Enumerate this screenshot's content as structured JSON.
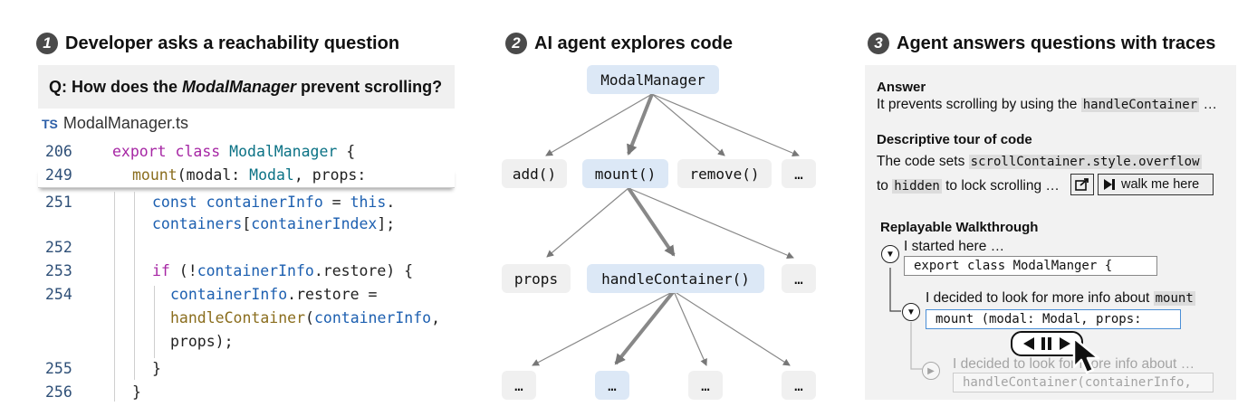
{
  "panel1": {
    "step": "1",
    "title": "Developer asks a reachability question",
    "question_prefix": "Q: How does the ",
    "question_em": "ModalManager",
    "question_suffix": " prevent scrolling?",
    "file_icon": "TS",
    "file_name": "ModalManager.ts",
    "lines": [
      {
        "num": "206"
      },
      {
        "num": "249"
      },
      {
        "num": "251"
      },
      {
        "num": "252"
      },
      {
        "num": "253"
      },
      {
        "num": "254"
      },
      {
        "num": "255"
      },
      {
        "num": "256"
      }
    ],
    "code": {
      "l206_kw": "export class ",
      "l206_cls": "ModalManager",
      "l206_rest": " {",
      "l249_fn": "mount",
      "l249_a": "(modal: ",
      "l249_cls": "Modal",
      "l249_b": ", props:",
      "l251_kw": "const ",
      "l251_var": "containerInfo",
      "l251_a": " = ",
      "l251_kw2": "this",
      "l251_b": ".",
      "l251c_var": "containers",
      "l251c_a": "[",
      "l251c_var2": "containerIndex",
      "l251c_b": "];",
      "l253_kw": "if",
      "l253_a": " (!",
      "l253_var": "containerInfo",
      "l253_b": ".restore) {",
      "l254_var": "containerInfo",
      "l254_a": ".restore =",
      "l254b_fn": "handleContainer",
      "l254b_a": "(",
      "l254b_var": "containerInfo",
      "l254b_b": ",",
      "l254c": "props);",
      "l255": "}",
      "l256": "}"
    }
  },
  "panel2": {
    "step": "2",
    "title": "AI agent explores code",
    "nodes": {
      "root": "ModalManager",
      "add": "add()",
      "mount": "mount()",
      "remove": "remove()",
      "more1": "…",
      "props": "props",
      "handle": "handleContainer()",
      "more2": "…",
      "leaf1": "…",
      "leaf2": "…",
      "leaf3": "…",
      "leaf4": "…"
    }
  },
  "panel3": {
    "step": "3",
    "title": "Agent answers questions with traces",
    "answer_heading": "Answer",
    "answer_text": "It prevents scrolling by using the ",
    "answer_code": "handleContainer",
    "answer_ellipsis": " …",
    "tour_heading": "Descriptive tour of code",
    "tour_text1": "The code sets ",
    "tour_code1": "scrollContainer.style.overflow",
    "tour_text2": "to ",
    "tour_code2": "hidden",
    "tour_text3": " to lock scrolling …",
    "walk_label": "walk me here",
    "walkthrough_heading": "Replayable Walkthrough",
    "step1_text": "I started here …",
    "step1_code": "export class ModalManger {",
    "step2_text": "I decided to look for more info about ",
    "step2_code_inline": "mount",
    "step2_code": "mount (modal: Modal, props:",
    "step3_text": "I decided to look for more info about …",
    "step3_code": "handleContainer(containerInfo,"
  }
}
